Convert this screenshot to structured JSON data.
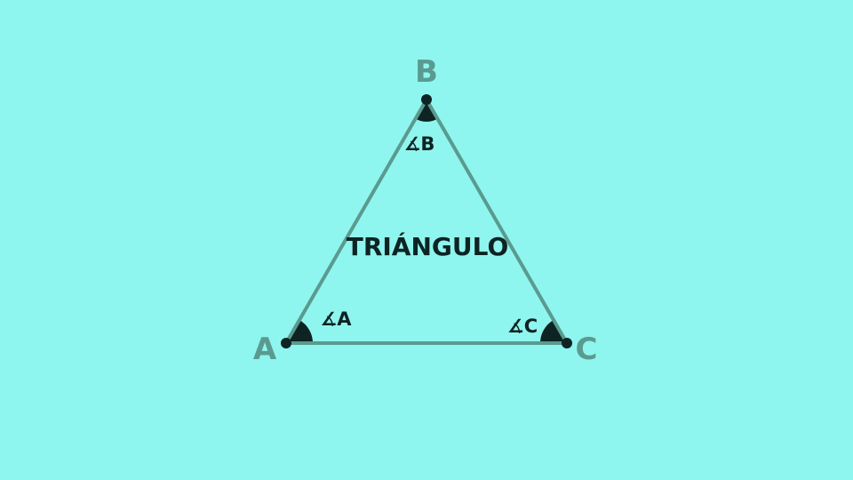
{
  "colors": {
    "background": "#8ff5ef",
    "edge": "#5a9a8f",
    "vertex_label": "#5a9a8f",
    "vertex_dot": "#0e2323",
    "angle_fill": "#0e2323",
    "text_dark": "#0e2323"
  },
  "diagram": {
    "title": "TRIÁNGULO",
    "vertices": {
      "a": "A",
      "b": "B",
      "c": "C"
    },
    "angles": {
      "a": "∡A",
      "b": "∡B",
      "c": "∡C"
    }
  }
}
